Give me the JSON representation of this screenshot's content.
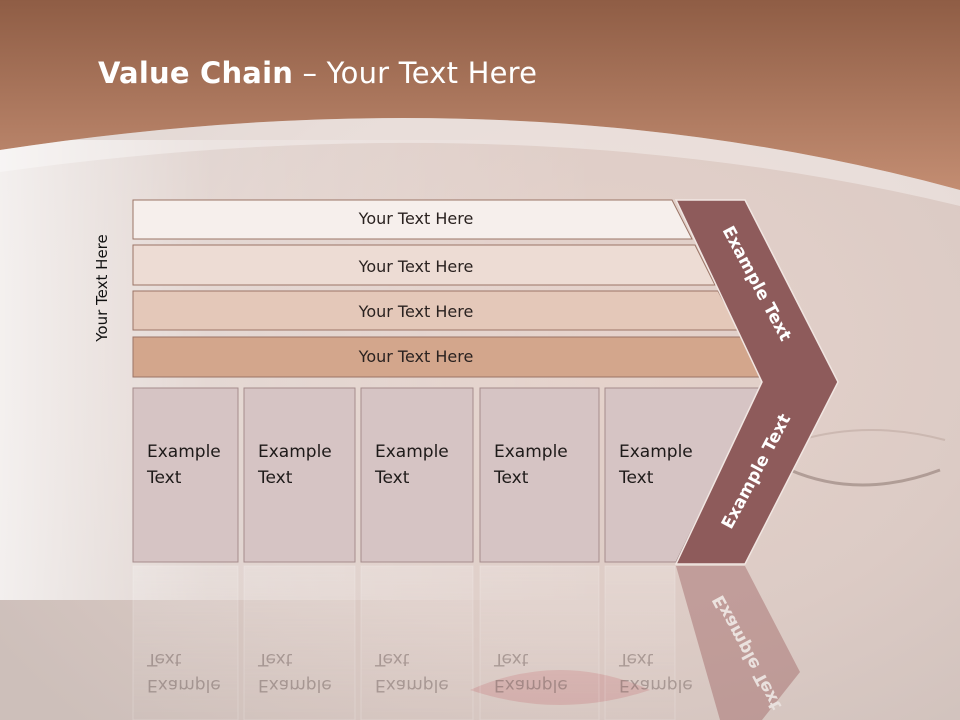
{
  "title": {
    "bold": "Value Chain",
    "rest": " – Your Text Here"
  },
  "side_label": "Your Text Here",
  "bars": [
    {
      "label": "Your Text Here"
    },
    {
      "label": "Your Text Here"
    },
    {
      "label": "Your Text Here"
    },
    {
      "label": "Your Text Here"
    }
  ],
  "boxes": [
    {
      "line1": "Example",
      "line2": "Text"
    },
    {
      "line1": "Example",
      "line2": "Text"
    },
    {
      "line1": "Example",
      "line2": "Text"
    },
    {
      "line1": "Example",
      "line2": "Text"
    },
    {
      "line1": "Example",
      "line2": "Text"
    }
  ],
  "chevron": {
    "upper": "Example Text",
    "lower": "Example Text"
  },
  "colors": {
    "header": "#a96d52",
    "chevron": "#8e5b5b",
    "bar1": "#f6efec",
    "bar2": "#eddcd4",
    "bar3": "#e4c8b9",
    "bar4": "#d3a68c",
    "box": "#d6c4c4"
  }
}
